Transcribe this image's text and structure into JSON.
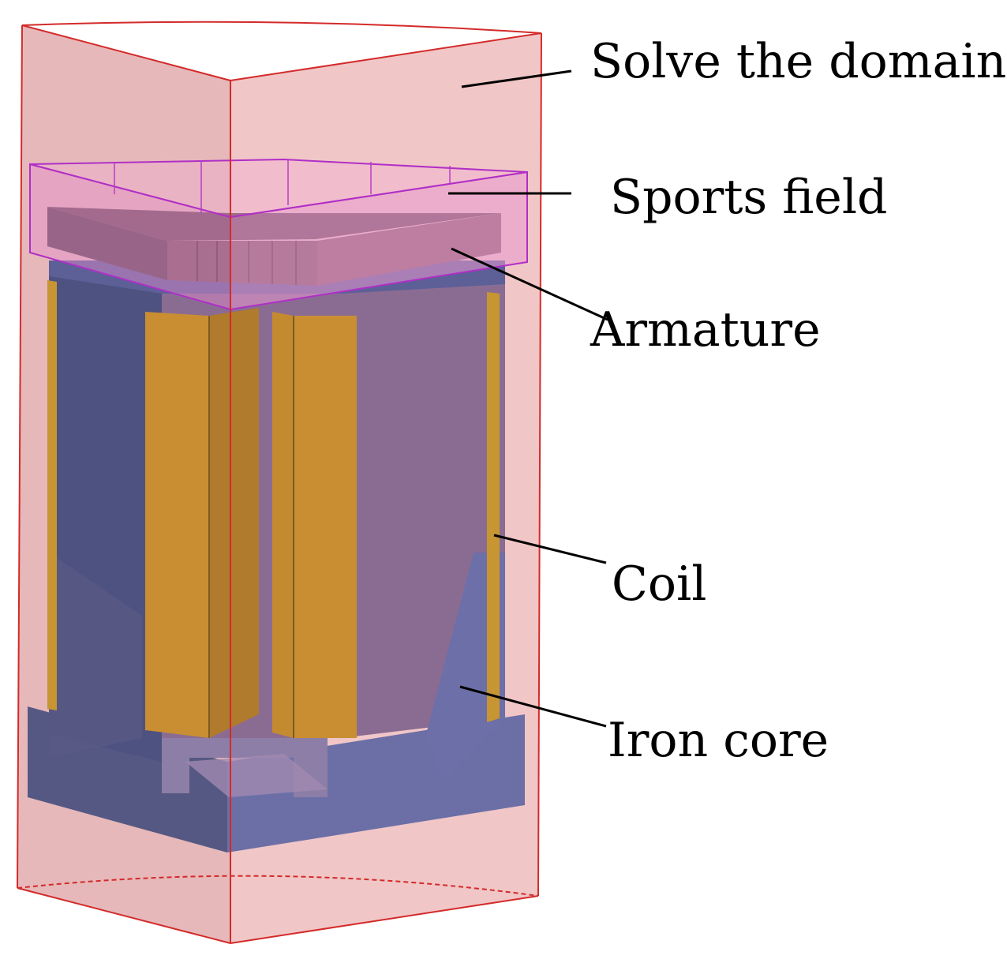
{
  "labels": {
    "solve_domain": "Solve the domain",
    "sports_field": "Sports field",
    "armature": "Armature",
    "coil": "Coil",
    "iron_core": "Iron core"
  },
  "colors": {
    "solve_domain_fill": "#e8a4a8",
    "solve_domain_edge": "#d42a2a",
    "sports_field_fill": "#e899cf",
    "sports_field_edge": "#b02fc6",
    "armature_fill": "#7a5560",
    "coil_fill": "#c98e32",
    "iron_core_fill": "#6a6ea6"
  }
}
